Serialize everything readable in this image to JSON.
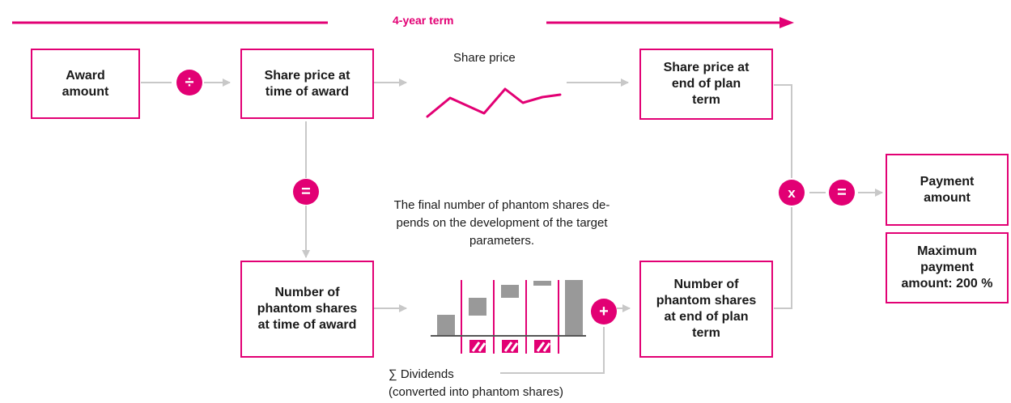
{
  "colors": {
    "accent": "#e20074",
    "connector": "#c8c8c8",
    "bar": "#999999",
    "text": "#1a1a1a"
  },
  "term_label": "4-year term",
  "boxes": {
    "award_amount": "Award amount",
    "share_price_award": "Share price at time of award",
    "share_price_end": "Share price at end of plan term",
    "phantom_award": "Number of phantom shares at time of award",
    "phantom_end": "Number of phantom shares at end of plan term",
    "payment_amount": "Payment amount",
    "max_payment": "Maximum payment amount: 200 %"
  },
  "operators": {
    "divide": "÷",
    "equals_left": "=",
    "multiply": "x",
    "equals_right": "=",
    "plus": "+"
  },
  "labels": {
    "share_price": "Share price",
    "note": "The final number of phantom shares de-pends on the development of the target parameters.",
    "dividends_line1": "∑ Dividends",
    "dividends_line2": "(converted into phantom shares)"
  },
  "icons": {
    "share_price_chart": "line-chart-icon",
    "phantom_waterfall": "waterfall-chart-icon",
    "term_arrow": "arrow-right-icon"
  }
}
